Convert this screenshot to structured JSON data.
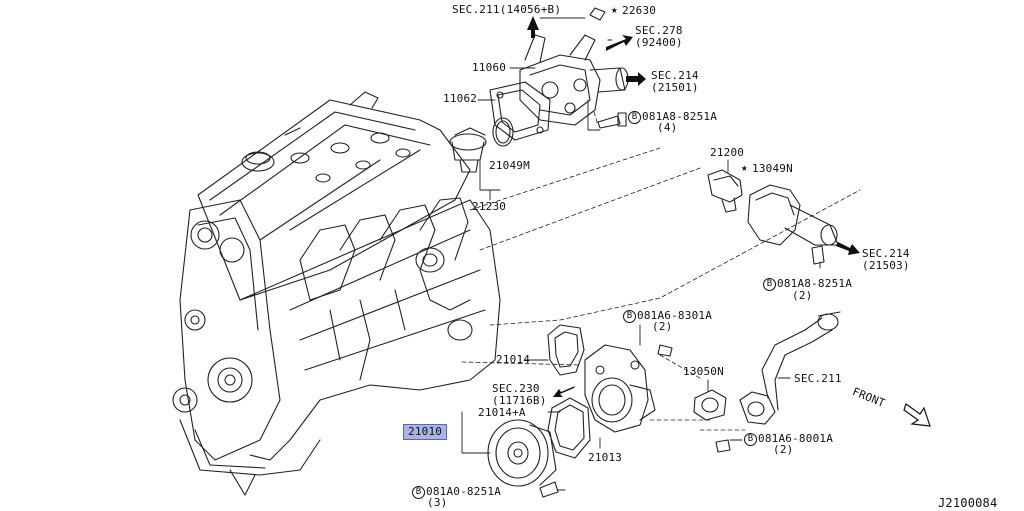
{
  "diagram_id": "J2100084",
  "highlighted_part": "21010",
  "labels": {
    "sec211_top": "SEC.211(14056+B)",
    "p22630": "22630",
    "sec278": "SEC.278",
    "sec278_sub": "(92400)",
    "p11060": "11060",
    "sec214a": "SEC.214",
    "sec214a_sub": "(21501)",
    "p11062": "11062",
    "bolt_a": "081A8-8251A",
    "bolt_a_qty": "(4)",
    "p21049m": "21049M",
    "p21230": "21230",
    "p21200": "21200",
    "p13049n": "13049N",
    "sec214b": "SEC.214",
    "sec214b_sub": "(21503)",
    "bolt_b": "081A8-8251A",
    "bolt_b_qty": "(2)",
    "bolt_c": "081A6-8301A",
    "bolt_c_qty": "(2)",
    "p21014": "21014",
    "p13050n": "13050N",
    "sec211_right": "SEC.211",
    "front": "FRONT",
    "sec230": "SEC.230",
    "sec230_sub": "(11716B)",
    "p21014a": "21014+A",
    "p21010": "21010",
    "bolt_d": "081A6-8001A",
    "bolt_d_qty": "(2)",
    "p21013": "21013",
    "bolt_e": "081A0-8251A",
    "bolt_e_qty": "(3)",
    "diagram_code": "J2100084"
  },
  "markers": {
    "star": "★",
    "bolt_prefix": "B"
  }
}
